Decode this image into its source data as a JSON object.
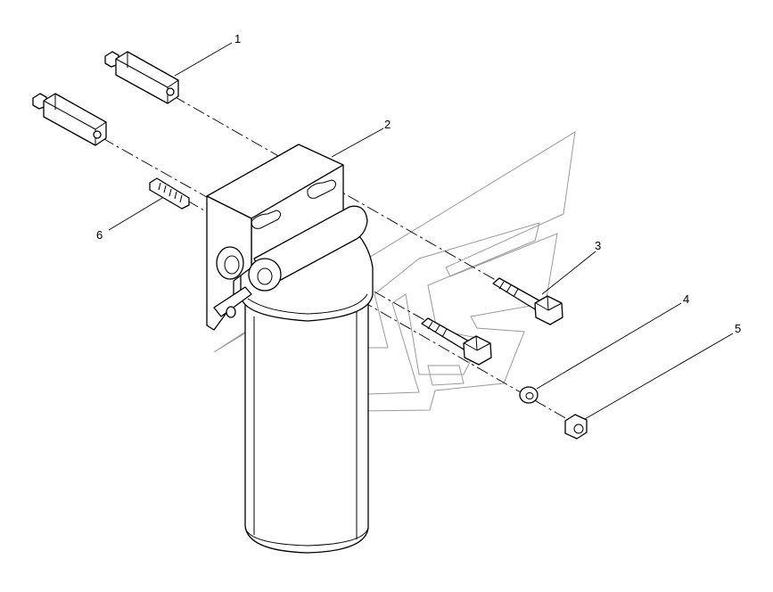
{
  "callouts": {
    "c1": "1",
    "c2": "2",
    "c3": "3",
    "c4": "4",
    "c5": "5",
    "c6": "6"
  },
  "colors": {
    "line": "#000000",
    "watermark": "#9a9a9a",
    "background": "#ffffff"
  }
}
